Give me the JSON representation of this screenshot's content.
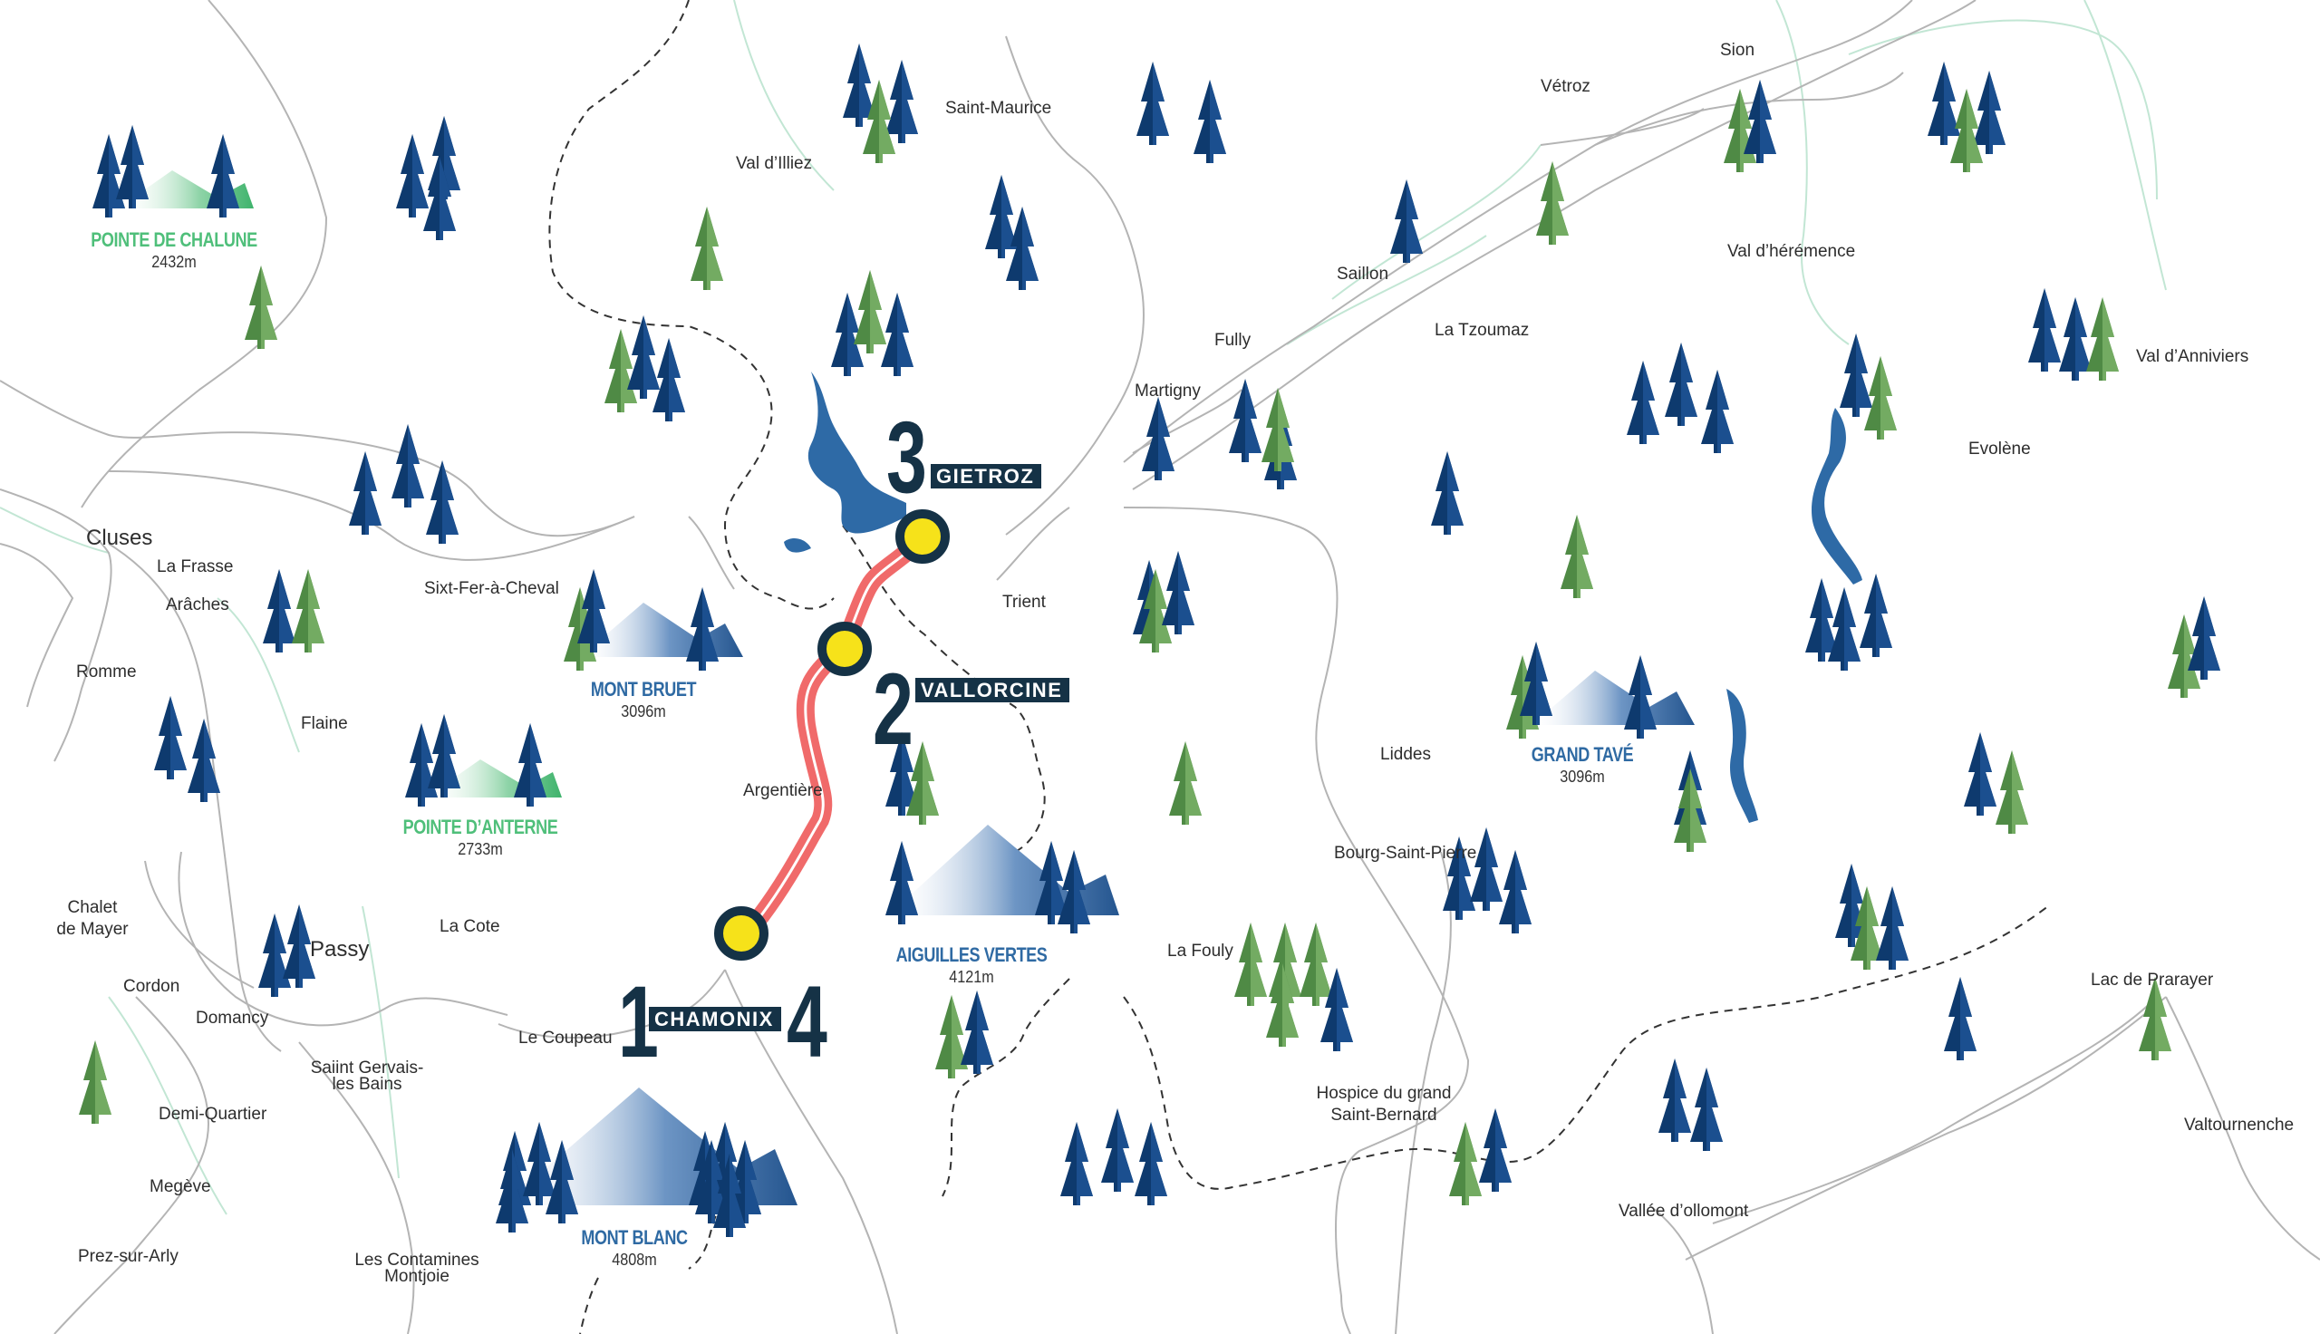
{
  "colors": {
    "stop_navy": "#153246",
    "route": "#f06a6a",
    "stop_dot": "#f6e21a",
    "road": "#b4b4b4",
    "river": "#c2e6d4",
    "lake": "#2e6aa6",
    "tree_navy": "#0e3a6e",
    "tree_green": "#5a9550",
    "peak_blue": "#2f6aa3",
    "peak_green": "#4fbf7a"
  },
  "places": [
    {
      "label": "Saint-Maurice"
    },
    {
      "label": "Val d’Illiez"
    },
    {
      "label": "Sion"
    },
    {
      "label": "Vétroz"
    },
    {
      "label": "Val d’hérémence"
    },
    {
      "label": "Saillon"
    },
    {
      "label": "Fully"
    },
    {
      "label": "La Tzoumaz"
    },
    {
      "label": "Martigny"
    },
    {
      "label": "Val d’Anniviers"
    },
    {
      "label": "Evolène"
    },
    {
      "label": "Cluses"
    },
    {
      "label": "La Frasse"
    },
    {
      "label": "Arâches"
    },
    {
      "label": "Sixt-Fer-à-Cheval"
    },
    {
      "label": "Romme"
    },
    {
      "label": "Flaine"
    },
    {
      "label": "Trient"
    },
    {
      "label": "Argentière"
    },
    {
      "label": "Liddes"
    },
    {
      "label": "Bourg-Saint-Pierre"
    },
    {
      "label": "La Fouly"
    },
    {
      "label": "Chalet\nde Mayer"
    },
    {
      "label": "Passy"
    },
    {
      "label": "La Cote"
    },
    {
      "label": "Cordon"
    },
    {
      "label": "Domancy"
    },
    {
      "label": "Le Coupeau"
    },
    {
      "label": "Saiint Gervais-\nles Bains"
    },
    {
      "label": "Demi-Quartier"
    },
    {
      "label": "Megève"
    },
    {
      "label": "Prez-sur-Arly"
    },
    {
      "label": "Les Contamines\nMontjoie"
    },
    {
      "label": "Hospice du grand\nSaint-Bernard"
    },
    {
      "label": "Vallée d’ollomont"
    },
    {
      "label": "Lac de Prarayer"
    },
    {
      "label": "Valtournenche"
    }
  ],
  "peaks": [
    {
      "name": "POINTE DE CHALUNE",
      "altitude": "2432m",
      "color": "#4fbf7a"
    },
    {
      "name": "POINTE D’ANTERNE",
      "altitude": "2733m",
      "color": "#4fbf7a"
    },
    {
      "name": "MONT BRUET",
      "altitude": "3096m",
      "color": "#2f6aa3"
    },
    {
      "name": "AIGUILLES VERTES",
      "altitude": "4121m",
      "color": "#2f6aa3"
    },
    {
      "name": "GRAND TAVÉ",
      "altitude": "3096m",
      "color": "#2f6aa3"
    },
    {
      "name": "MONT BLANC",
      "altitude": "4808m",
      "color": "#2f6aa3"
    }
  ],
  "stops": [
    {
      "number": "1",
      "name": "CHAMONIX"
    },
    {
      "number": "2",
      "name": "VALLORCINE"
    },
    {
      "number": "3",
      "name": "GIETROZ"
    },
    {
      "number": "4",
      "name": "CHAMONIX"
    }
  ]
}
